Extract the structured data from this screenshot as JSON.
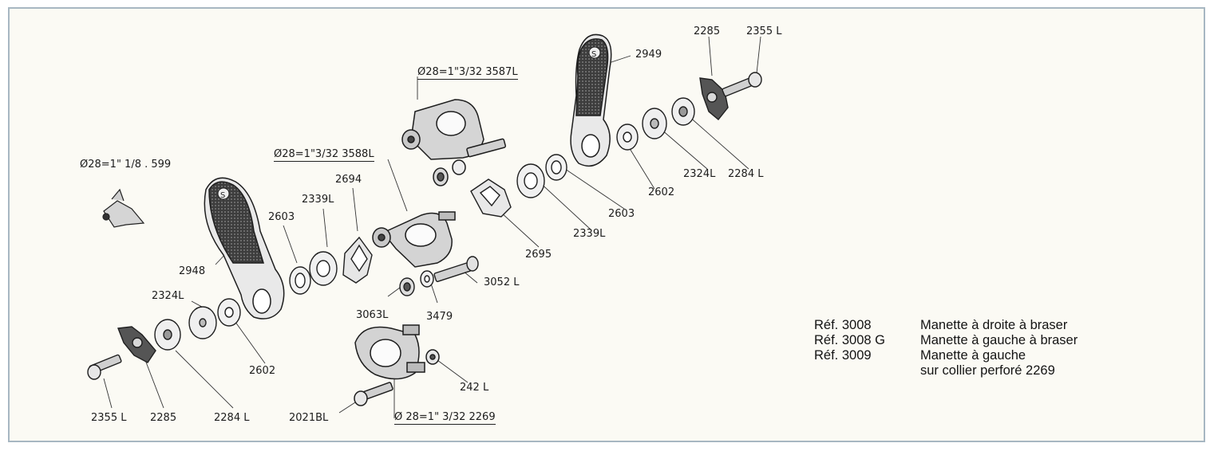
{
  "part_labels": {
    "p599": "Ø28=1\" 1/8 . 599",
    "p2948": "2948",
    "p2324L_a": "2324L",
    "p2355L_a": "2355 L",
    "p2285_a": "2285",
    "p2284L_a": "2284 L",
    "p2602_a": "2602",
    "p2603_a": "2603",
    "p2339L_a": "2339L",
    "p2694": "2694",
    "p3588L": "Ø28=1\"3/32 3588L",
    "p3063L": "3063L",
    "p3479": "3479",
    "p3052L": "3052 L",
    "p2021BL": "2021BL",
    "p2269": "Ø 28=1\" 3/32 2269",
    "p242L": "242 L",
    "p3587L": "Ø28=1\"3/32 3587L",
    "p2695": "2695",
    "p2339L_b": "2339L",
    "p2603_b": "2603",
    "p2602_b": "2602",
    "p2949": "2949",
    "p2324L_b": "2324L",
    "p2284L_b": "2284 L",
    "p2285_b": "2285",
    "p2355L_b": "2355 L"
  },
  "legend": {
    "rows": [
      {
        "ref": "Réf. 3008",
        "desc": "Manette à droite à braser"
      },
      {
        "ref": "Réf. 3008 G",
        "desc": "Manette à gauche à braser"
      },
      {
        "ref": "Réf. 3009",
        "desc": "Manette à gauche"
      },
      {
        "ref": "",
        "desc": "sur collier perforé 2269"
      }
    ]
  },
  "colors": {
    "ink": "#1c1c1c",
    "border": "#a7b7c2",
    "paper": "#fbfaf4",
    "metal_light": "#ededed",
    "metal_mid": "#c9c9c9",
    "metal_dark": "#777777",
    "grip": "#4a4a4a"
  },
  "icons": {
    "lever_logo": "S"
  }
}
